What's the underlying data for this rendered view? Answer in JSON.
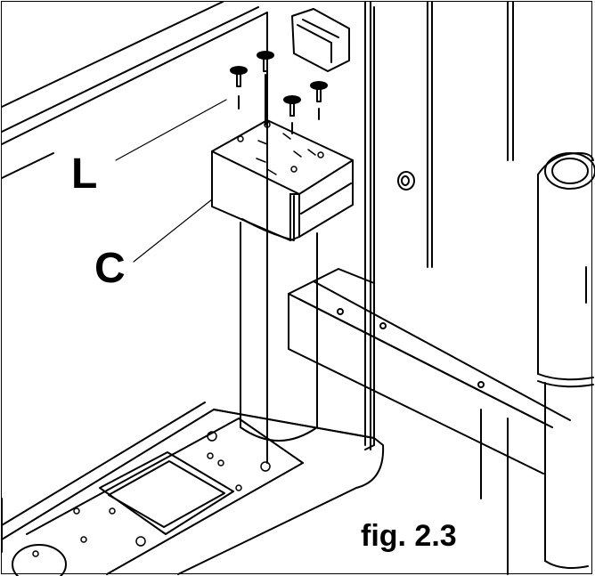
{
  "labels": {
    "screws": "L",
    "bracket": "C"
  },
  "caption": "fig. 2.3",
  "colors": {
    "ink": "#000000",
    "paper": "#ffffff"
  }
}
